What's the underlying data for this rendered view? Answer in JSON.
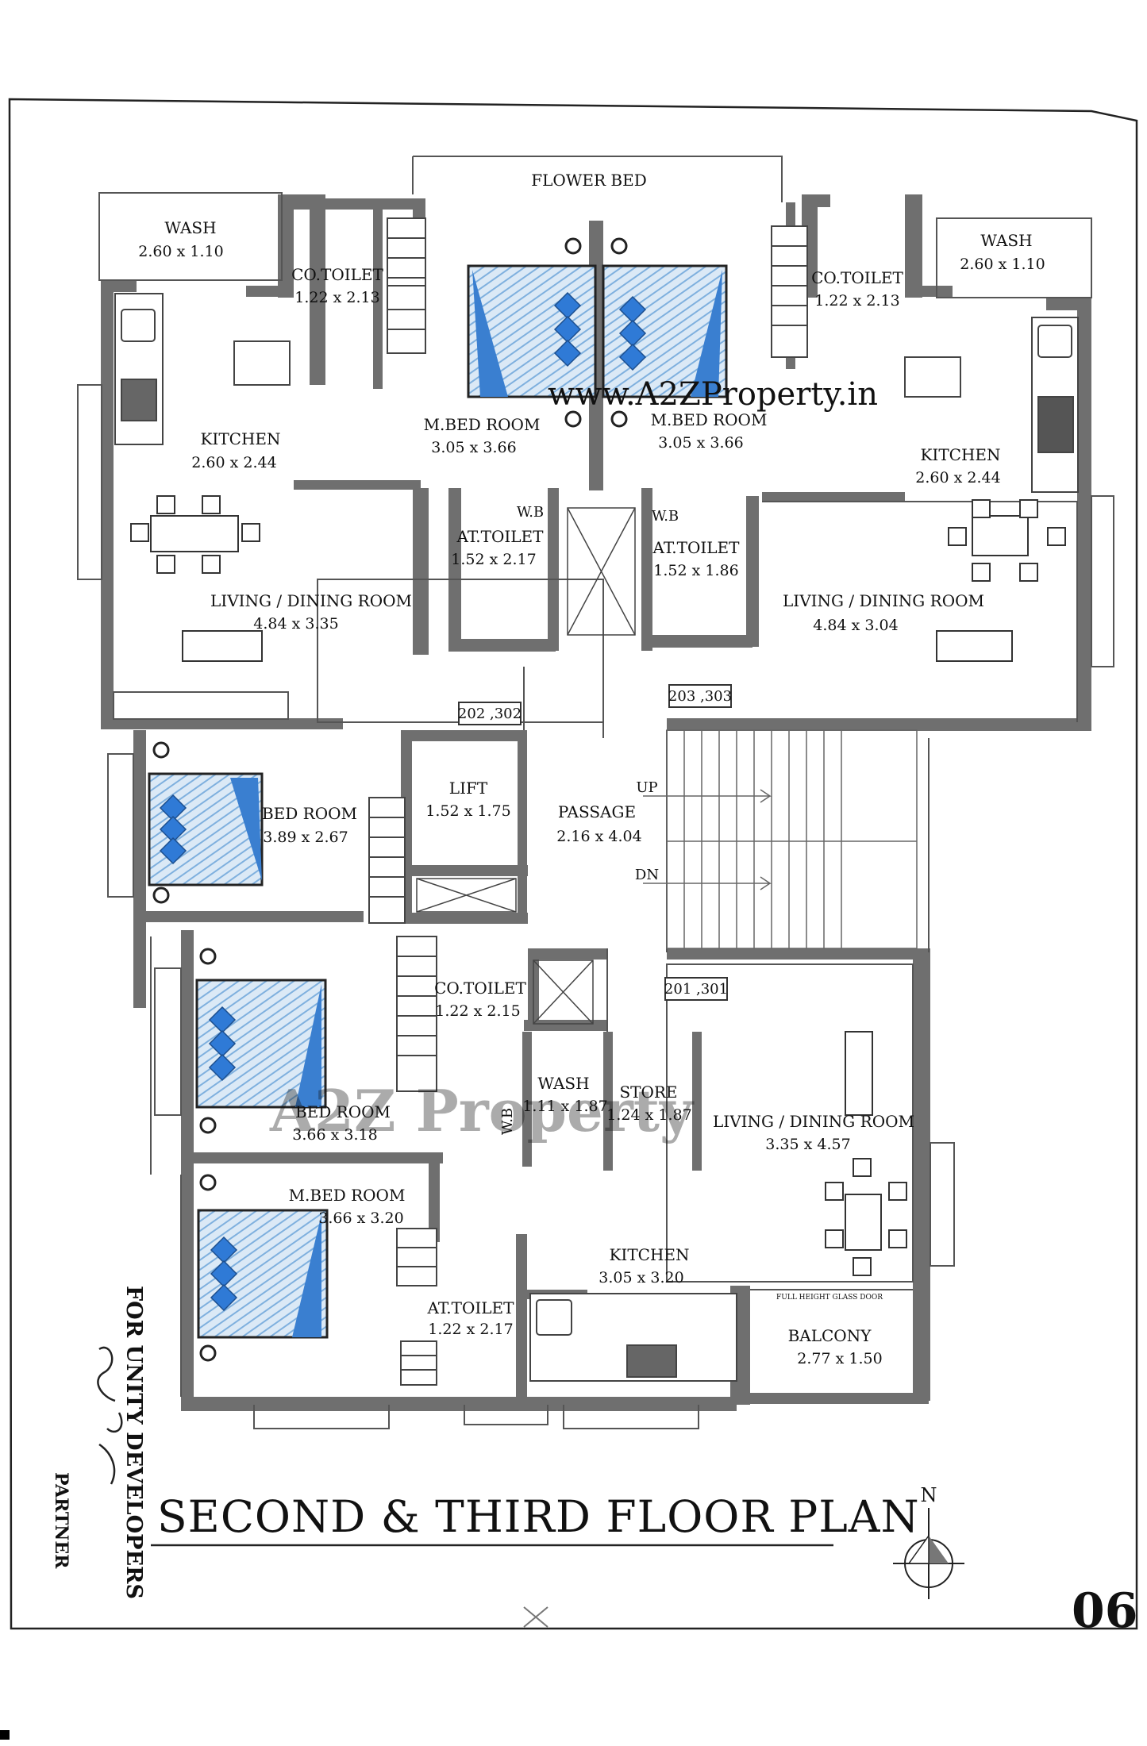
{
  "plan": {
    "title": "SECOND & THIRD FLOOR PLAN",
    "page_number": "06",
    "north_label": "N",
    "flower_bed": "FLOWER BED",
    "signatory_company": "FOR UNITY DEVELOPERS",
    "signatory_role": "PARTNER",
    "watermark_top": "www.A2ZProperty.in",
    "watermark_mid": "A2Z Property",
    "colors": {
      "wall": "#6f6f6f",
      "bed": "#3a7fd0",
      "ink": "#111111"
    }
  },
  "units": {
    "u202": "202 ,302",
    "u203": "203 ,303",
    "u201": "201 ,301"
  },
  "stairs": {
    "up": "UP",
    "dn": "DN"
  },
  "rooms": {
    "wash_l": {
      "name": "WASH",
      "dim": "2.60 x 1.10"
    },
    "cotoilet_l": {
      "name": "CO.TOILET",
      "dim": "1.22 x 2.13"
    },
    "kitchen_l": {
      "name": "KITCHEN",
      "dim": "2.60 x 2.44"
    },
    "mbed_l": {
      "name": "M.BED ROOM",
      "dim": "3.05 x 3.66"
    },
    "mbed_r": {
      "name": "M.BED ROOM",
      "dim": "3.05 x 3.66"
    },
    "cotoilet_r": {
      "name": "CO.TOILET",
      "dim": "1.22 x 2.13"
    },
    "wash_r": {
      "name": "WASH",
      "dim": "2.60 x 1.10"
    },
    "kitchen_r": {
      "name": "KITCHEN",
      "dim": "2.60 x 2.44"
    },
    "attoilet_l": {
      "name": "AT.TOILET",
      "dim": "1.52 x 2.17"
    },
    "attoilet_r": {
      "name": "AT.TOILET",
      "dim": "1.52 x 1.86"
    },
    "living_l": {
      "name": "LIVING / DINING ROOM",
      "dim": "4.84 x 3.35"
    },
    "living_r": {
      "name": "LIVING / DINING ROOM",
      "dim": "4.84 x 3.04"
    },
    "bed_a": {
      "name": "BED ROOM",
      "dim": "3.89 x 2.67"
    },
    "lift": {
      "name": "LIFT",
      "dim": "1.52 x 1.75"
    },
    "passage": {
      "name": "PASSAGE",
      "dim": "2.16 x 4.04"
    },
    "cotoilet_b": {
      "name": "CO.TOILET",
      "dim": "1.22 x 2.15"
    },
    "bed_b": {
      "name": "BED ROOM",
      "dim": "3.66 x 3.18"
    },
    "wash_b": {
      "name": "WASH",
      "dim": "1.11 x 1.87"
    },
    "store_b": {
      "name": "STORE",
      "dim": "1.24 x 1.87"
    },
    "living_b": {
      "name": "LIVING / DINING ROOM",
      "dim": "3.35 x 4.57"
    },
    "mbed_b": {
      "name": "M.BED ROOM",
      "dim": "3.66 x 3.20"
    },
    "kitchen_b": {
      "name": "KITCHEN",
      "dim": "3.05 x 3.20"
    },
    "attoilet_b": {
      "name": "AT.TOILET",
      "dim": "1.22 x 2.17"
    },
    "balcony": {
      "name": "BALCONY",
      "dim": "2.77 x 1.50"
    },
    "glass_door": "FULL HEIGHT GLASS DOOR"
  },
  "fixtures": {
    "wb": "W.B"
  }
}
